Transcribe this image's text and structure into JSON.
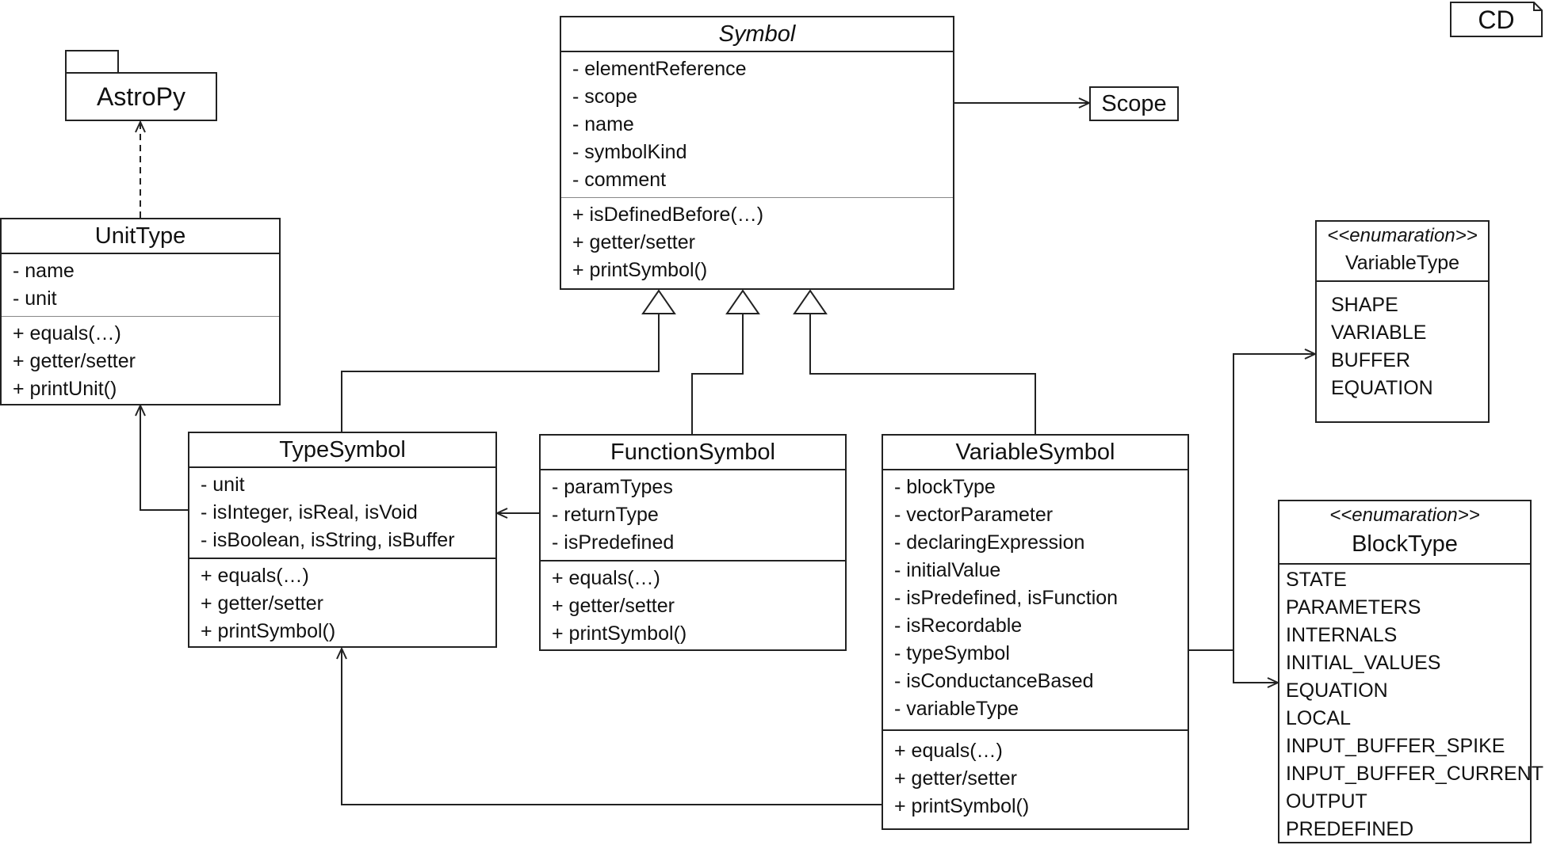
{
  "diagram_tag": "CD",
  "package": {
    "name": "AstroPy"
  },
  "scope": {
    "name": "Scope"
  },
  "classes": {
    "symbol": {
      "name": "Symbol",
      "attributes": [
        "- elementReference",
        "- scope",
        "- name",
        "- symbolKind",
        "- comment"
      ],
      "operations": [
        "+ isDefinedBefore(…)",
        "+ getter/setter",
        "+ printSymbol()"
      ]
    },
    "unit_type": {
      "name": "UnitType",
      "attributes": [
        "- name",
        "- unit"
      ],
      "operations": [
        "+ equals(…)",
        "+ getter/setter",
        "+ printUnit()"
      ]
    },
    "type_symbol": {
      "name": "TypeSymbol",
      "attributes": [
        "- unit",
        "- isInteger, isReal, isVoid",
        "- isBoolean, isString, isBuffer"
      ],
      "operations": [
        "+ equals(…)",
        "+ getter/setter",
        "+ printSymbol()"
      ]
    },
    "function_symbol": {
      "name": "FunctionSymbol",
      "attributes": [
        "- paramTypes",
        "- returnType",
        "- isPredefined"
      ],
      "operations": [
        "+ equals(…)",
        "+ getter/setter",
        "+ printSymbol()"
      ]
    },
    "variable_symbol": {
      "name": "VariableSymbol",
      "attributes": [
        "- blockType",
        "- vectorParameter",
        "- declaringExpression",
        "- initialValue",
        "- isPredefined, isFunction",
        "- isRecordable",
        "- typeSymbol",
        "- isConductanceBased",
        "- variableType"
      ],
      "operations": [
        "+ equals(…)",
        "+ getter/setter",
        "+ printSymbol()"
      ]
    }
  },
  "enums": {
    "variable_type": {
      "stereotype": "<<enumaration>>",
      "name": "VariableType",
      "literals": [
        "SHAPE",
        "VARIABLE",
        "BUFFER",
        "EQUATION"
      ]
    },
    "block_type": {
      "stereotype": "<<enumaration>>",
      "name": "BlockType",
      "literals": [
        "STATE",
        "PARAMETERS",
        "INTERNALS",
        "INITIAL_VALUES",
        "EQUATION",
        "LOCAL",
        "INPUT_BUFFER_SPIKE",
        "INPUT_BUFFER_CURRENT",
        "OUTPUT",
        "PREDEFINED"
      ]
    }
  }
}
